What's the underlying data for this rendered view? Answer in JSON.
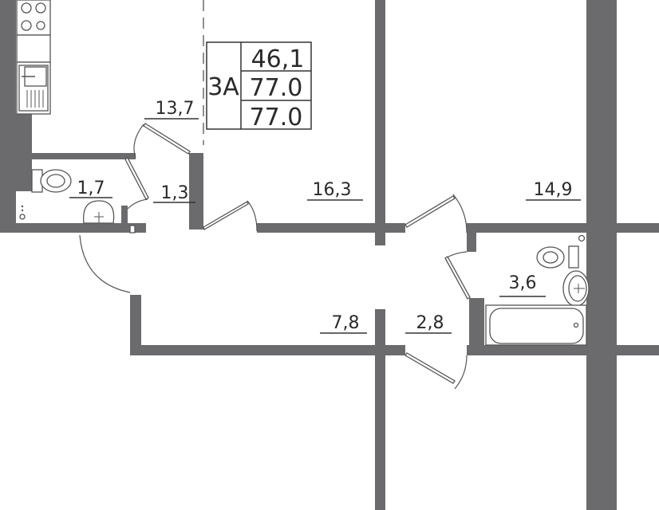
{
  "apartment": {
    "type": "3A",
    "living_area": "46,1",
    "total_area": "77.0",
    "total_area_with_balcony": "77.0"
  },
  "rooms": {
    "kitchen": "13,7",
    "toilet": "1,7",
    "hall_small": "1,3",
    "room_1": "16,3",
    "room_2": "14,9",
    "corridor": "7,8",
    "hall": "2,8",
    "bathroom": "3,6"
  },
  "colors": {
    "wall": "#6b6b6e",
    "line": "#555555"
  }
}
